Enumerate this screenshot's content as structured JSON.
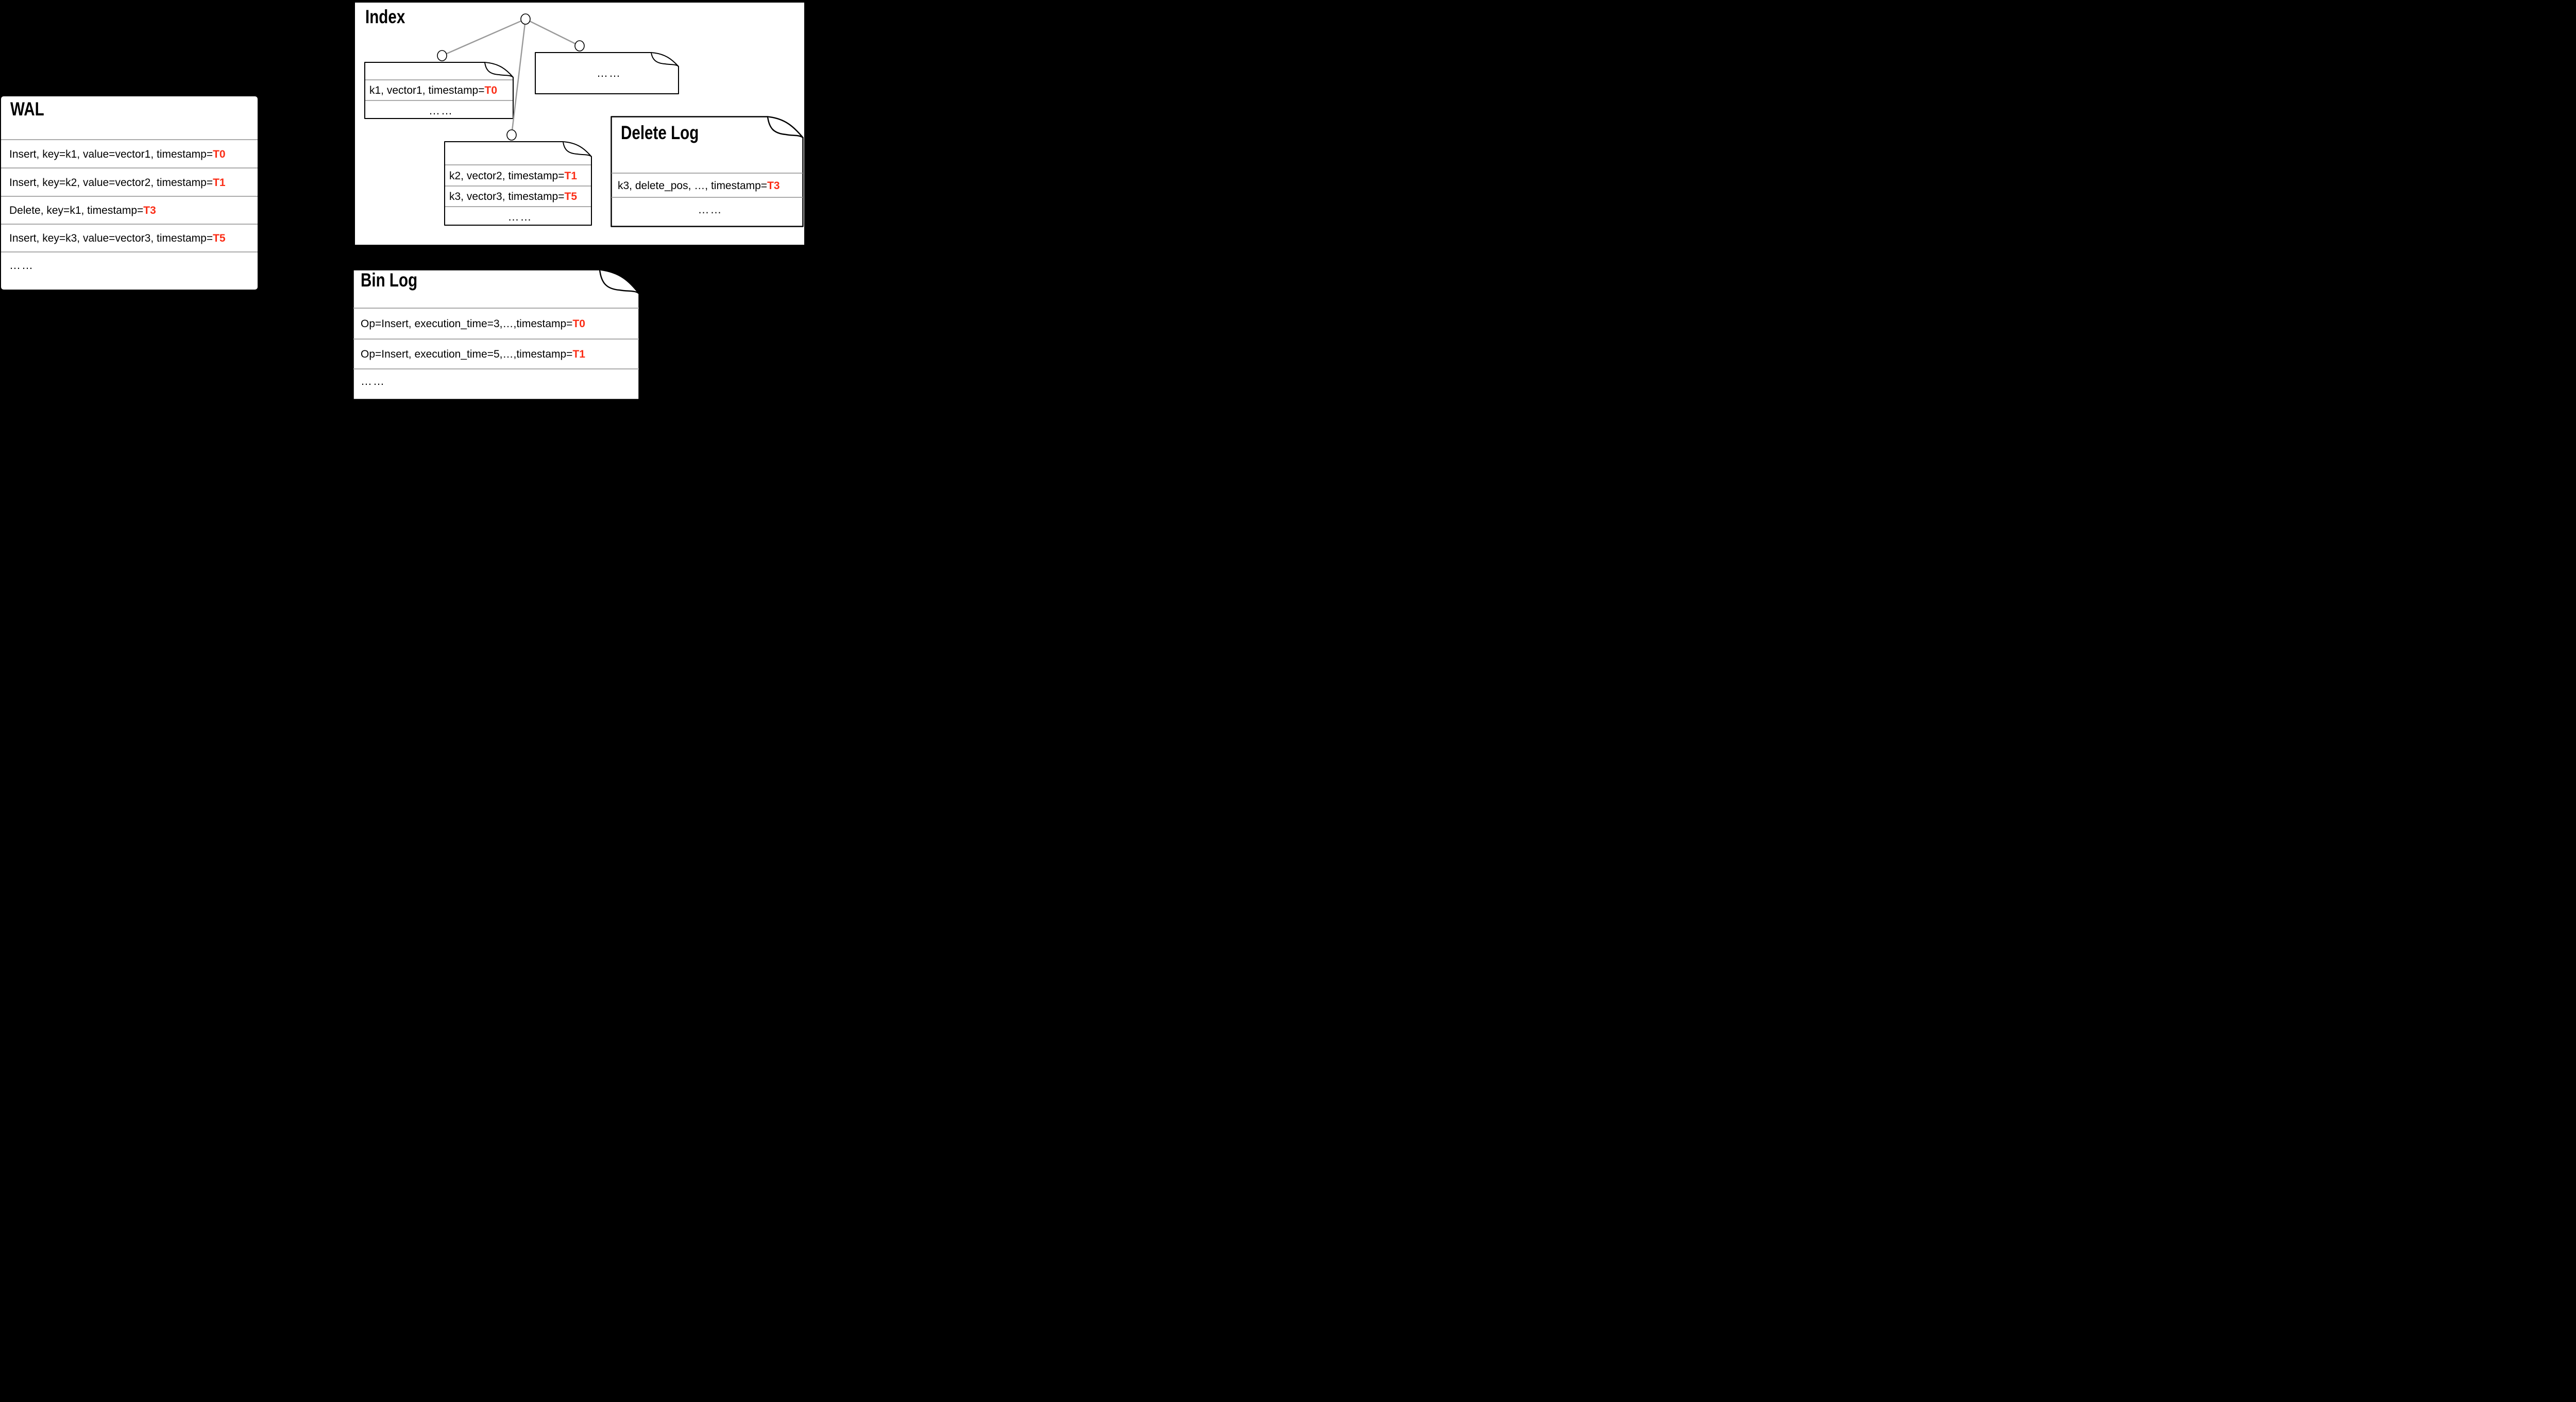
{
  "colors": {
    "background": "#000000",
    "paper": "#ffffff",
    "outline": "#000000",
    "divider": "#ababab",
    "tree_line": "#9a9a9a",
    "timestamp_red": "#fb2d16"
  },
  "wal": {
    "title": "WAL",
    "entries": [
      {
        "text": "Insert, key=k1, value=vector1, timestamp=",
        "ts": "T0"
      },
      {
        "text": "Insert, key=k2, value=vector2, timestamp=",
        "ts": "T1"
      },
      {
        "text": "Delete, key=k1, timestamp=",
        "ts": "T3"
      },
      {
        "text": "Insert, key=k3, value=vector3, timestamp=",
        "ts": "T5"
      },
      {
        "text": "……",
        "ts": ""
      }
    ]
  },
  "index": {
    "title": "Index",
    "segments": {
      "left": {
        "rows": [
          {
            "text": "k1, vector1, timestamp=",
            "ts": "T0"
          },
          {
            "text": "……",
            "ts": ""
          }
        ]
      },
      "right": {
        "rows": [
          {
            "text": "……",
            "ts": ""
          }
        ]
      },
      "middle": {
        "rows": [
          {
            "text": "k2, vector2, timestamp=",
            "ts": "T1"
          },
          {
            "text": "k3, vector3, timestamp=",
            "ts": "T5"
          },
          {
            "text": "……",
            "ts": ""
          }
        ]
      }
    },
    "delete_log": {
      "title": "Delete Log",
      "rows": [
        {
          "text": "k3, delete_pos, …, timestamp=",
          "ts": "T3"
        },
        {
          "text": "……",
          "ts": ""
        }
      ]
    }
  },
  "bin_log": {
    "title": "Bin Log",
    "rows": [
      {
        "text": "Op=Insert, execution_time=3,…,timestamp=",
        "ts": "T0"
      },
      {
        "text": "Op=Insert, execution_time=5,…,timestamp=",
        "ts": "T1"
      },
      {
        "text": "……",
        "ts": ""
      }
    ]
  }
}
